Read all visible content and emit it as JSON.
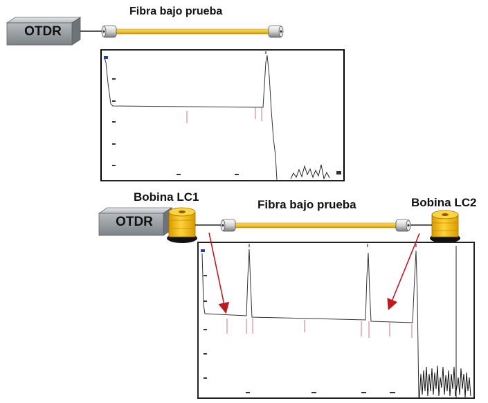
{
  "top": {
    "otdr_label": "OTDR",
    "fiber_label": "Fibra bajo prueba"
  },
  "bottom": {
    "otdr_label": "OTDR",
    "fiber_label": "Fibra bajo prueba",
    "spool1_label": "Bobina LC1",
    "spool2_label": "Bobina LC2"
  },
  "colors": {
    "fiber": "#f2c531",
    "spool": "#f4b800",
    "arrow": "#c0181f",
    "trace": "#333333",
    "box": "#8f9499"
  }
}
